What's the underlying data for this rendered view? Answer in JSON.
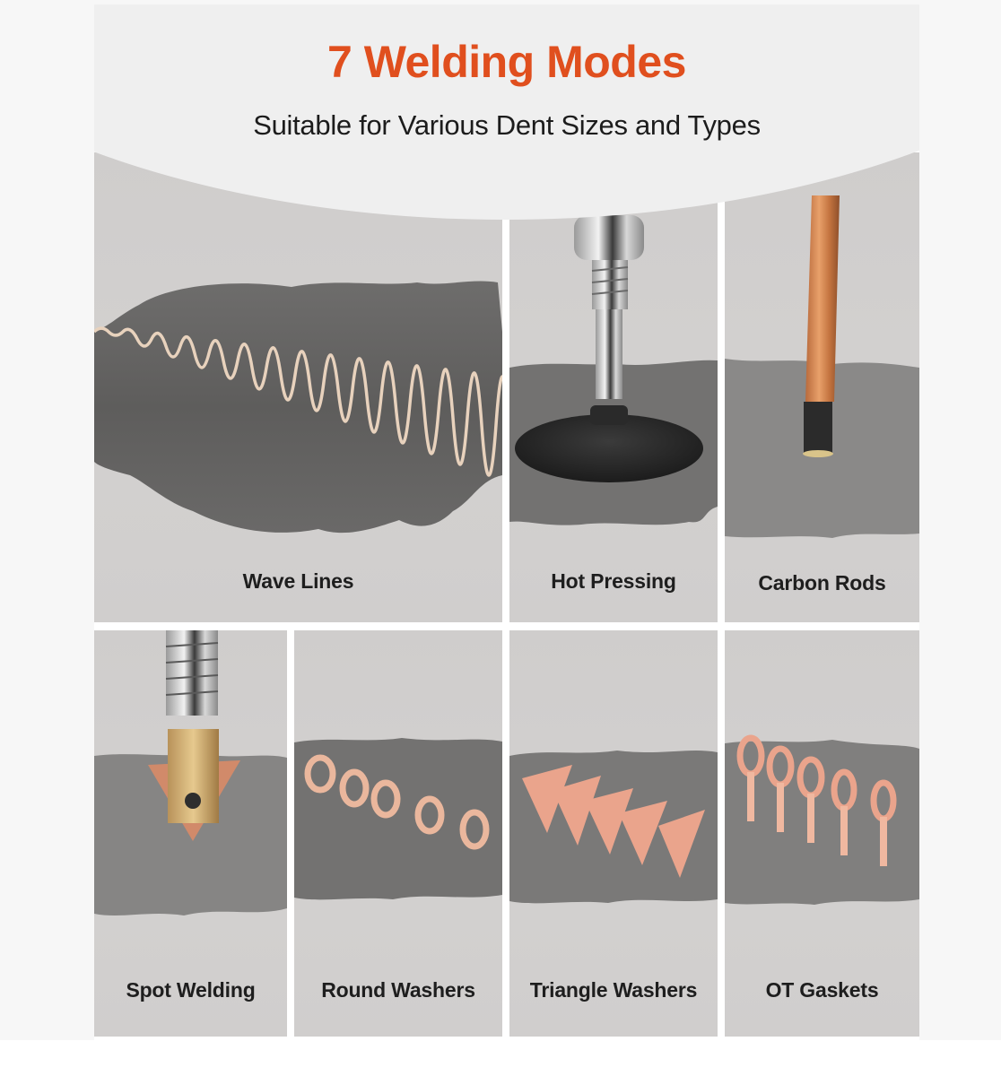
{
  "header": {
    "title": "7 Welding Modes",
    "subtitle": "Suitable for Various Dent Sizes and Types",
    "title_color": "#e04f1e"
  },
  "modes": [
    {
      "label": "Wave Lines",
      "icon": "wave-line-weld-image"
    },
    {
      "label": "Hot Pressing",
      "icon": "hot-pressing-disc-image"
    },
    {
      "label": "Carbon Rods",
      "icon": "carbon-rod-image"
    },
    {
      "label": "Spot Welding",
      "icon": "spot-welding-tip-image"
    },
    {
      "label": "Round Washers",
      "icon": "round-washers-image"
    },
    {
      "label": "Triangle Washers",
      "icon": "triangle-washers-image"
    },
    {
      "label": "OT Gaskets",
      "icon": "ot-gaskets-image"
    }
  ]
}
